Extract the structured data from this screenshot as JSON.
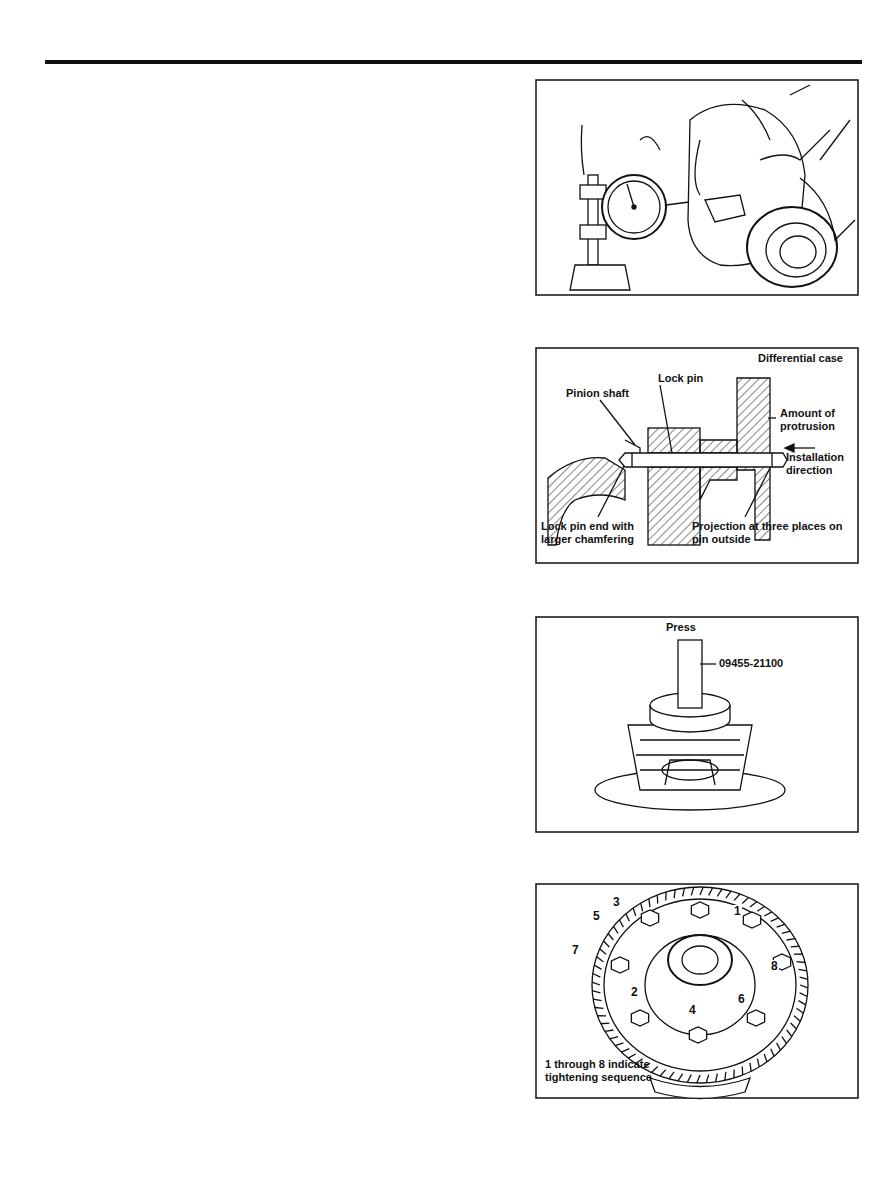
{
  "diagram": {
    "labels": [
      "Differential case",
      "Lock pin",
      "Pinion shaft",
      "Amount of protrusion",
      "Installation direction",
      "Lock pin end with larger chamfering",
      "Projection at three places on pin outside",
      "Press",
      "09455-21100",
      "3",
      "5",
      "1",
      "7",
      "8",
      "2",
      "6",
      "4",
      "1 through 8 indicate tightening sequence"
    ]
  }
}
